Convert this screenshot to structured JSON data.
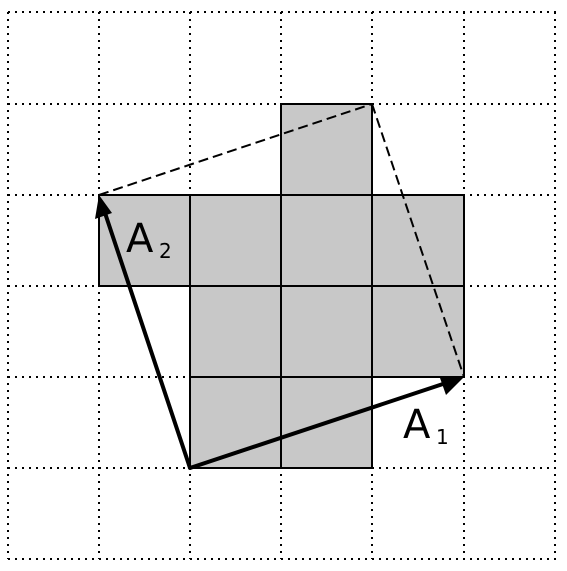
{
  "diagram": {
    "vectors": [
      {
        "name": "A",
        "subscript": "1"
      },
      {
        "name": "A",
        "subscript": "2"
      }
    ],
    "colors": {
      "background": "#ffffff",
      "shaded_cells": "#c8c8c8",
      "lines": "#000000"
    }
  }
}
